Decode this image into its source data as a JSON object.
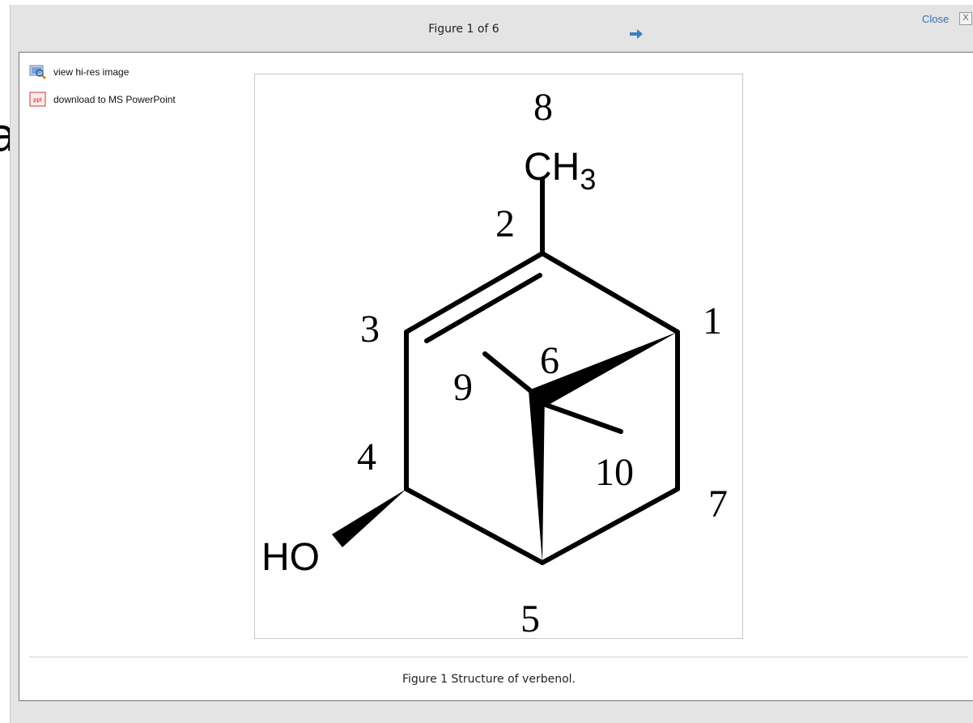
{
  "header": {
    "figure_counter": "Figure 1 of 6",
    "close_label": "Close",
    "close_box": "X"
  },
  "tools": {
    "hires_label": "view hi-res image",
    "ppt_label": "download to MS PowerPoint",
    "ppt_badge": "ppt"
  },
  "backdrop": {
    "glyph": "a"
  },
  "figure": {
    "atom_labels": {
      "c1": "1",
      "c2": "2",
      "c3": "3",
      "c4": "4",
      "c5": "5",
      "c6": "6",
      "c7": "7",
      "c8": "8",
      "c9": "9",
      "c10": "10"
    },
    "methyl_ch": "CH",
    "methyl_sub": "3",
    "hydroxyl": "HO"
  },
  "caption": "Figure 1 Structure of verbenol.",
  "colors": {
    "accent": "#3a7fc8",
    "header_bg": "#e4e4e4",
    "link": "#3a6fb0"
  }
}
